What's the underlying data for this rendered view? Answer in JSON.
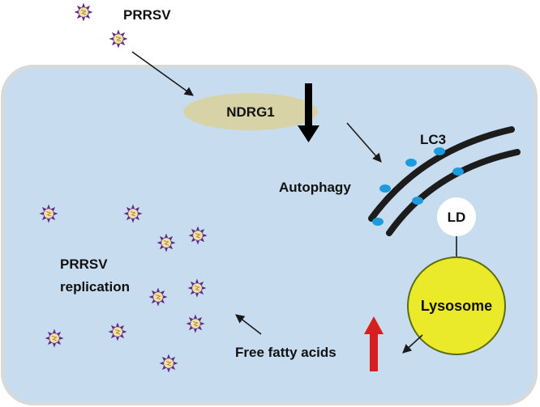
{
  "labels": {
    "prrsv_top": "PRRSV",
    "ndrg1": "NDRG1",
    "lc3": "LC3",
    "autophagy": "Autophagy",
    "ld": "LD",
    "lysosome": "Lysosome",
    "replication_line1": "PRRSV",
    "replication_line2": "replication",
    "free_fatty_acids": "Free fatty acids"
  },
  "regulation": {
    "ndrg1": "down",
    "free_fatty_acids": "up"
  },
  "icons": {
    "virus": "virus-particle-icon",
    "down_arrow": "down-regulation-arrow",
    "up_arrow": "up-regulation-arrow"
  },
  "colors": {
    "cell_fill": "#c7dcee",
    "cell_border": "#d9d9d9",
    "ndrg1_fill": "#d8d3a6",
    "lysosome_fill": "#eaea2a",
    "lysosome_border": "#5c6e14",
    "lc3_dot": "#1e9bdc",
    "virus_spike": "#5b2a86",
    "virus_core": "#f1e3a6",
    "up_arrow": "#d81f1f",
    "down_arrow": "#000000"
  }
}
